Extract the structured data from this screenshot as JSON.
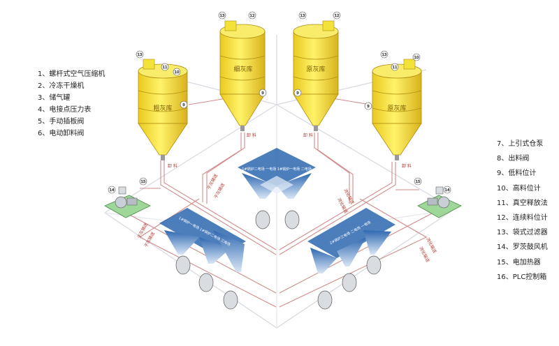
{
  "legend_left": [
    "1、螺杆式空气压缩机",
    "2、冷冻干燥机",
    "3、储气罐",
    "4、电接点压力表",
    "5、手动插板阀",
    "6、电动卸料阀"
  ],
  "legend_right": [
    "7、上引式仓泵",
    "8、出料阀",
    "9、低料位计",
    "10、高料位计",
    "11、真空释放法",
    "12、连续料位计",
    "13、袋式过滤器",
    "14、罗茨鼓风机",
    "15、电加热器",
    "16、PLC控制箱"
  ],
  "silos": {
    "left_outer": "粗灰库",
    "left_inner": "细灰库",
    "right_inner": "原灰库",
    "right_outer": "原灰库"
  },
  "hoppers": {
    "top": "1#锅炉二电场  一电场  1#锅炉一电场  二电场",
    "left": "1#锅炉一电场  1#锅炉二电场  三电场",
    "right": "2#锅炉三电场  二电场  一电场"
  },
  "badges": {
    "left_silo_top": [
      "13",
      "11",
      "10"
    ],
    "left_silo_side": [
      "9"
    ],
    "inner_left_top": [
      "13",
      "12"
    ],
    "inner_left_side": [
      "9"
    ],
    "inner_right_top": [
      "13",
      "12"
    ],
    "inner_right_side": [
      "9"
    ],
    "right_silo_top": [
      "13",
      "11",
      "10"
    ],
    "right_silo_side": [
      "9"
    ],
    "left_blower": [
      "14",
      "15"
    ],
    "right_blower": [
      "15",
      "14"
    ]
  },
  "pipe_labels": {
    "left_outer_bottom": "卸 料",
    "inner_left_bottom": "卸 料",
    "inner_right_bottom": "卸 料",
    "right_outer_bottom": "卸 料",
    "pipe_1": "干灰输送",
    "pipe_2": "干灰输送",
    "pipe_3": "流化输送",
    "pipe_4": "流化输送",
    "pipe_5": "干灰输送",
    "pipe_6": "干灰输送",
    "pipe_7": "流化输送",
    "pipe_8": "流化输送"
  },
  "colors": {
    "silo_yellow": "#f3e23a",
    "silo_shade": "#d8b820",
    "hopper_blue": "#4a86c8",
    "blower_green": "#9fd79a",
    "pipe_red": "#d28b8b",
    "floor_line": "#d6d8e2"
  }
}
